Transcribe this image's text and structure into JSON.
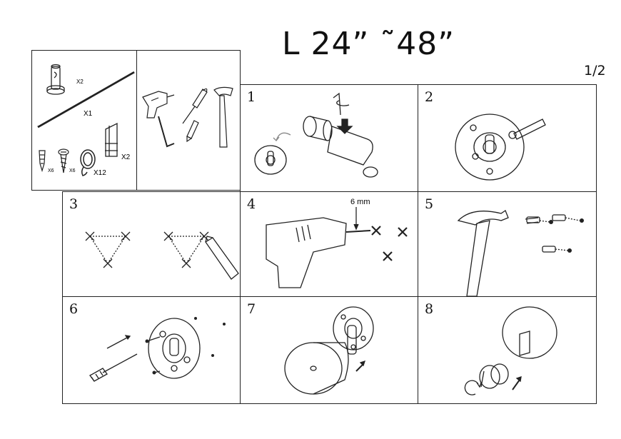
{
  "header": {
    "title": "L 24” ˜48”",
    "page": "1/2"
  },
  "parts": {
    "bracket_qty": "X2",
    "rod_qty": "X1",
    "anchor_qty": "X6",
    "screw_qty": "X6",
    "ring_qty": "X12",
    "finial_qty": "X2"
  },
  "steps": [
    {
      "number": "1"
    },
    {
      "number": "2"
    },
    {
      "number": "3"
    },
    {
      "number": "4",
      "drill_size": "6 mm"
    },
    {
      "number": "5"
    },
    {
      "number": "6"
    },
    {
      "number": "7"
    },
    {
      "number": "8"
    }
  ]
}
